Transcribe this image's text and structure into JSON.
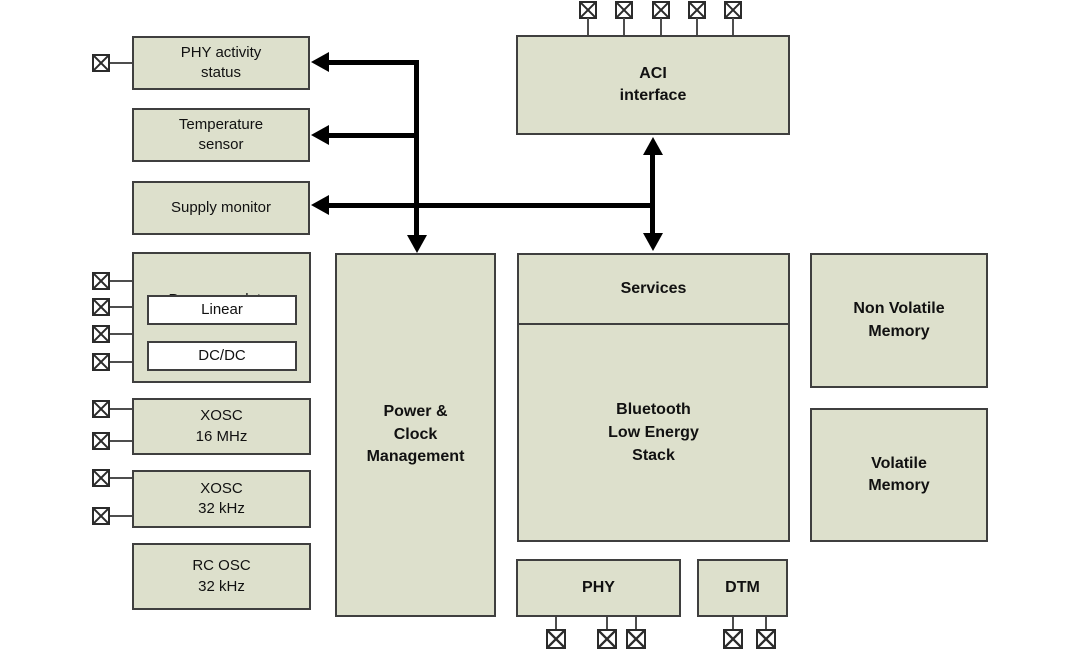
{
  "colors": {
    "background": "#ffffff",
    "block_fill": "#dde0cc",
    "block_border": "#3f3f3f",
    "inner_fill": "#ffffff",
    "arrow": "#000000",
    "pin_border": "#2b2b2b",
    "pin_fill": "#ffffff",
    "text": "#111111"
  },
  "blocks": {
    "phy_activity_status": "PHY activity\nstatus",
    "temperature_sensor": "Temperature\nsensor",
    "supply_monitor": "Supply monitor",
    "power_regulator": "Power regulator",
    "linear": "Linear",
    "dcdc": "DC/DC",
    "xosc_16": "XOSC\n16 MHz",
    "xosc_32": "XOSC\n32 kHz",
    "rc_osc_32": "RC OSC\n32 kHz",
    "power_clock_mgmt": "Power &\nClock\nManagement",
    "aci_interface": "ACI\ninterface",
    "services": "Services",
    "ble_stack": "Bluetooth\nLow Energy\nStack",
    "non_volatile_memory": "Non Volatile\nMemory",
    "volatile_memory": "Volatile\nMemory",
    "phy": "PHY",
    "dtm": "DTM"
  },
  "icons": {
    "io_pad": "io-pad-icon"
  }
}
